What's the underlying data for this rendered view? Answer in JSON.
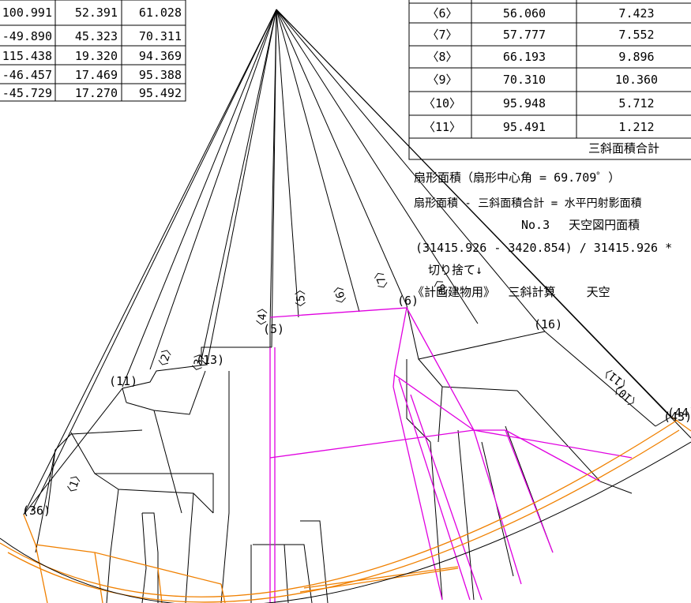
{
  "left_table": {
    "rows": [
      [
        "100.991",
        "52.391",
        "61.028"
      ],
      [
        "-49.890",
        "45.323",
        "70.311"
      ],
      [
        "115.438",
        "19.320",
        "94.369"
      ],
      [
        "-46.457",
        "17.469",
        "95.388"
      ],
      [
        "-45.729",
        "17.270",
        "95.492"
      ]
    ]
  },
  "right_table": {
    "rows": [
      [
        "〈6〉",
        "56.060",
        "7.423"
      ],
      [
        "〈7〉",
        "57.777",
        "7.552"
      ],
      [
        "〈8〉",
        "66.193",
        "9.896"
      ],
      [
        "〈9〉",
        "70.310",
        "10.360"
      ],
      [
        "〈10〉",
        "95.948",
        "5.712"
      ],
      [
        "〈11〉",
        "95.491",
        "1.212"
      ]
    ],
    "total_label": "三斜面積合計"
  },
  "notes": {
    "line1": "扇形面積（扇形中心角 =  69.709゜）",
    "line2": "扇形面積 - 三斜面積合計 = 水平円射影面積",
    "line3": "No.3　 天空図円面積",
    "line4": "(31415.926 - 3420.854) / 31415.926 *",
    "line5": "切り捨て↓",
    "line6": "《計画建物用》　  三斜計算　　   天空"
  },
  "point_labels": {
    "p36": "(36)",
    "p11": "(11)",
    "p13": "(13)",
    "p5": "(5)",
    "p6": "(6)",
    "p16": "(16)",
    "p44": "(44)",
    "p43": "(43)"
  },
  "sector_labels": [
    "〈1〉",
    "〈2〉",
    "〈3〉",
    "〈4〉",
    "〈5〉",
    "〈6〉",
    "〈7〉",
    "〈8〉",
    "〈10〉",
    "〈11〉"
  ],
  "colors": {
    "line": "#000000",
    "magenta": "#e000e0",
    "orange": "#f08000"
  }
}
